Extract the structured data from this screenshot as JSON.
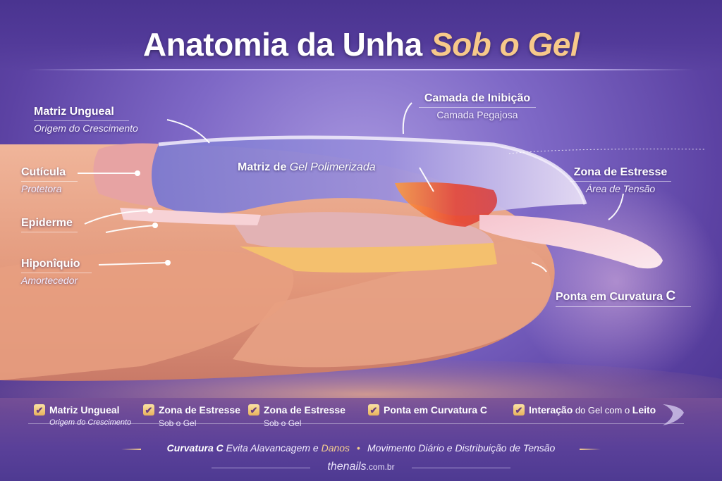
{
  "header": {
    "title_main": "Anatomia da Unha ",
    "title_accent": "Sob o Gel"
  },
  "labels": {
    "matriz_ungueal": {
      "main": "Matriz Ungueal",
      "sub": "Origem do Crescimento"
    },
    "cuticula": {
      "main": "Cutícula",
      "sub": "Protetora"
    },
    "epiderme": {
      "main": "Epiderme"
    },
    "hiponiquio": {
      "main": "Hiponîquio",
      "sub": "Amortecedor"
    },
    "camada_inibicao": {
      "main": "Camada de Inibição",
      "sub": "Camada Pegajosa"
    },
    "zona_estresse": {
      "main": "Zona de Estresse",
      "sub": "Área de Tensão"
    },
    "ponta_curvatura": {
      "main": "Ponta em Curvatura ",
      "letter": "C"
    },
    "matriz_gel": {
      "main": "Matriz de ",
      "italic": "Gel Polimerizada"
    }
  },
  "checklist": [
    {
      "label": "Matriz Ungueal",
      "sub": "Origem do Crescimento",
      "checked": true
    },
    {
      "label": "Zona de Estresse",
      "sub": "Sob o Gel",
      "checked": true
    },
    {
      "label": "Zona de Estresse",
      "sub": "Sob o Gel",
      "checked": true
    },
    {
      "label": "Ponta em Curvatura C",
      "checked": true
    },
    {
      "label_a": "Interação",
      "label_b": " do Gel com o ",
      "label_c": "Leito",
      "checked": true
    }
  ],
  "check_glyph": "✔",
  "footer": {
    "bold": "Curvatura C",
    "text1": " Evita Alavancagem e ",
    "gold": "Danos",
    "separator": "•",
    "text2": "Movimento Diário e Distribuição de Tensão",
    "site_name": "thenails",
    "site_tld": ".com.br"
  },
  "colors": {
    "accent_gold": "#f7c98a",
    "background_purple": "#5c42a3",
    "skin": "#e9a684",
    "gel_blue": "#8a86d6",
    "stress_red": "#e8402a"
  }
}
